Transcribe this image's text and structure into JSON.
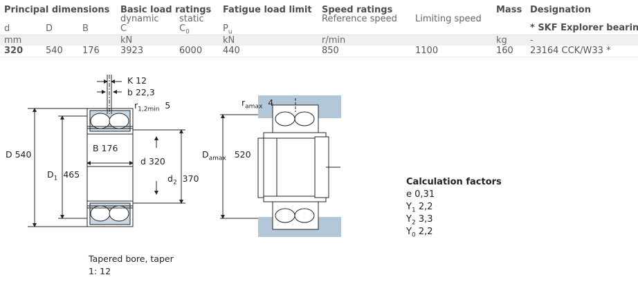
{
  "headers": {
    "principal_dimensions": "Principal dimensions",
    "basic_load_ratings": "Basic load ratings",
    "fatigue_load_limit": "Fatigue load limit",
    "speed_ratings": "Speed ratings",
    "mass": "Mass",
    "designation": "Designation"
  },
  "subheaders": {
    "dynamic": "dynamic",
    "static": "static",
    "reference_speed": "Reference speed",
    "limiting_speed": "Limiting speed"
  },
  "symbols": {
    "d": "d",
    "D": "D",
    "B": "B",
    "C": "C",
    "C0_base": "C",
    "C0_sub": "0",
    "Pu_base": "P",
    "Pu_sub": "u",
    "explorer_note": "* SKF Explorer bearing"
  },
  "units": {
    "d": "mm",
    "C": "kN",
    "Pu": "kN",
    "speed": "r/min",
    "mass": "kg",
    "designation": "-"
  },
  "row": {
    "d": "320",
    "D": "540",
    "B": "176",
    "C": "3923",
    "C0": "6000",
    "Pu": "440",
    "reference_speed": "850",
    "limiting_speed": "1100",
    "mass": "160",
    "designation": "23164 CCK/W33 *"
  },
  "drawing1": {
    "K": "K 12",
    "b": "b 22,3",
    "r_base": "r",
    "r_sub": "1,2min",
    "r_val": "5",
    "B": "B 176",
    "d": "d  320",
    "D": "D 540",
    "D1_base": "D",
    "D1_sub": "1",
    "D1_val": "465",
    "d2_base": "d",
    "d2_sub": "2",
    "d2_val": "370"
  },
  "drawing2": {
    "ramax_base": "r",
    "ramax_sub": "amax",
    "ramax_val": "4",
    "Damax_base": "D",
    "Damax_sub": "amax",
    "Damax_val": "520"
  },
  "note": {
    "line1": "Tapered bore, taper",
    "line2": "1: 12"
  },
  "calculation": {
    "title": "Calculation factors",
    "e_label": "e",
    "e_val": "0,31",
    "y1_base": "Y",
    "y1_sub": "1",
    "y1_val": "2,2",
    "y2_base": "Y",
    "y2_sub": "2",
    "y2_val": "3,3",
    "y0_base": "Y",
    "y0_sub": "0",
    "y0_val": "2,2"
  },
  "colors": {
    "housing_fill": "#b4c7d8",
    "bearing_fill": "#ffffff",
    "row_highlight": "#f0f0f0"
  }
}
